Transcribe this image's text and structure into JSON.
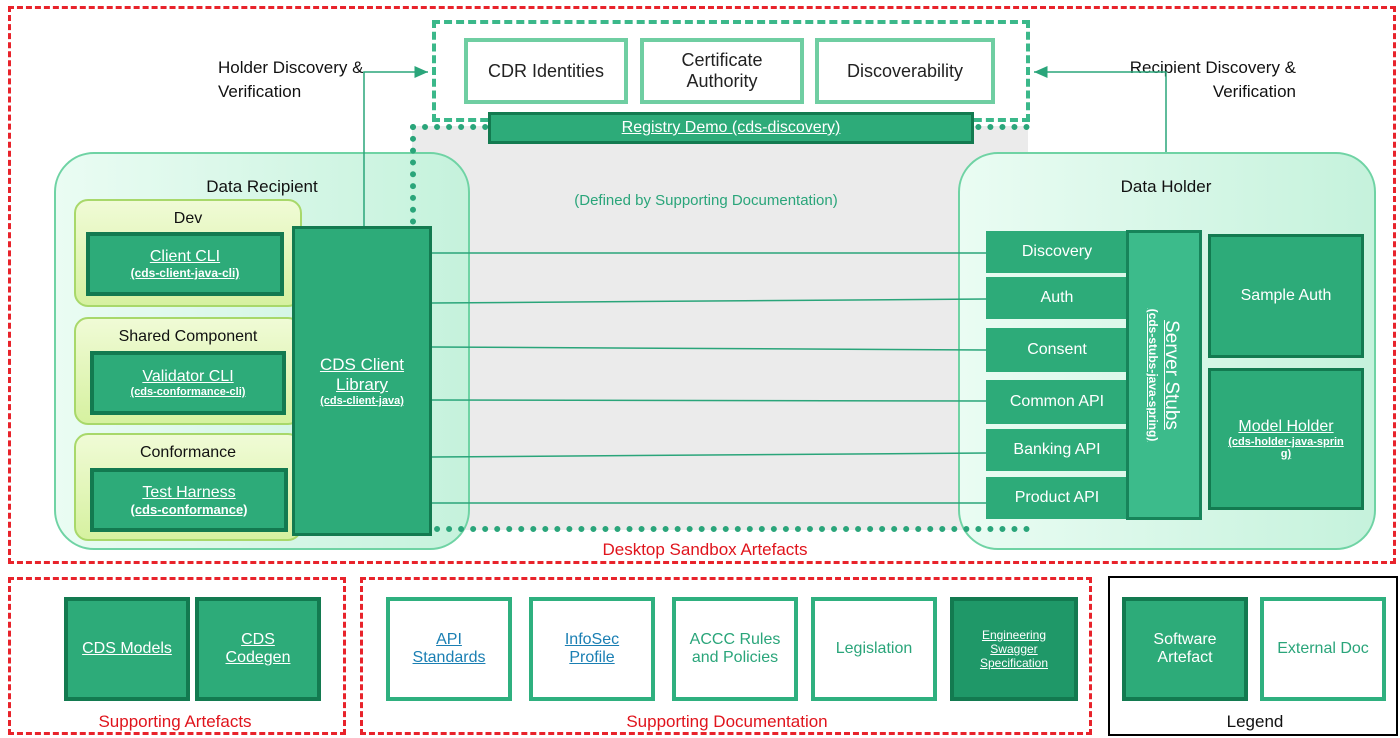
{
  "top": {
    "holder_discovery": "Holder Discovery &\nVerification",
    "recipient_discovery": "Recipient Discovery &\nVerification",
    "boxes": [
      "CDR Identities",
      "Certificate\nAuthority",
      "Discoverability"
    ],
    "registry_demo": "Registry Demo (cds-discovery)",
    "defined_by": "(Defined by Supporting Documentation)",
    "sandbox_label": "Desktop Sandbox Artefacts"
  },
  "recipient": {
    "title": "Data Recipient",
    "groups": [
      {
        "label": "Dev",
        "name": "Client CLI",
        "sub": "(cds-client-java-cli)"
      },
      {
        "label": "Shared Component",
        "name": "Validator CLI",
        "sub": "(cds-conformance-cli)"
      },
      {
        "label": "Conformance",
        "name": "Test Harness",
        "sub": "(cds-conformance)"
      }
    ],
    "library_name": "CDS Client\nLibrary",
    "library_sub": "(cds-client-java)"
  },
  "holder": {
    "title": "Data Holder",
    "apis": [
      "Discovery",
      "Auth",
      "Consent",
      "Common API",
      "Banking API",
      "Product API"
    ],
    "server_stubs": "Server Stubs",
    "server_stubs_sub": "(cds-stubs-java-spring)",
    "sample_auth": "Sample Auth",
    "model_holder": "Model Holder",
    "model_holder_sub": "(cds-holder-java-sprin\ng)"
  },
  "supporting_artefacts": {
    "label": "Supporting Artefacts",
    "items": [
      "CDS Models",
      "CDS\nCodegen"
    ]
  },
  "supporting_docs": {
    "label": "Supporting Documentation",
    "items": [
      {
        "text": "API\nStandards",
        "link": true
      },
      {
        "text": "InfoSec\nProfile",
        "link": true
      },
      {
        "text": "ACCC Rules\nand Policies",
        "link": false
      },
      {
        "text": "Legislation",
        "link": false
      }
    ],
    "engineering": "Engineering\nSwagger\nSpecification"
  },
  "legend": {
    "label": "Legend",
    "software": "Software\nArtefact",
    "external": "External Doc"
  }
}
